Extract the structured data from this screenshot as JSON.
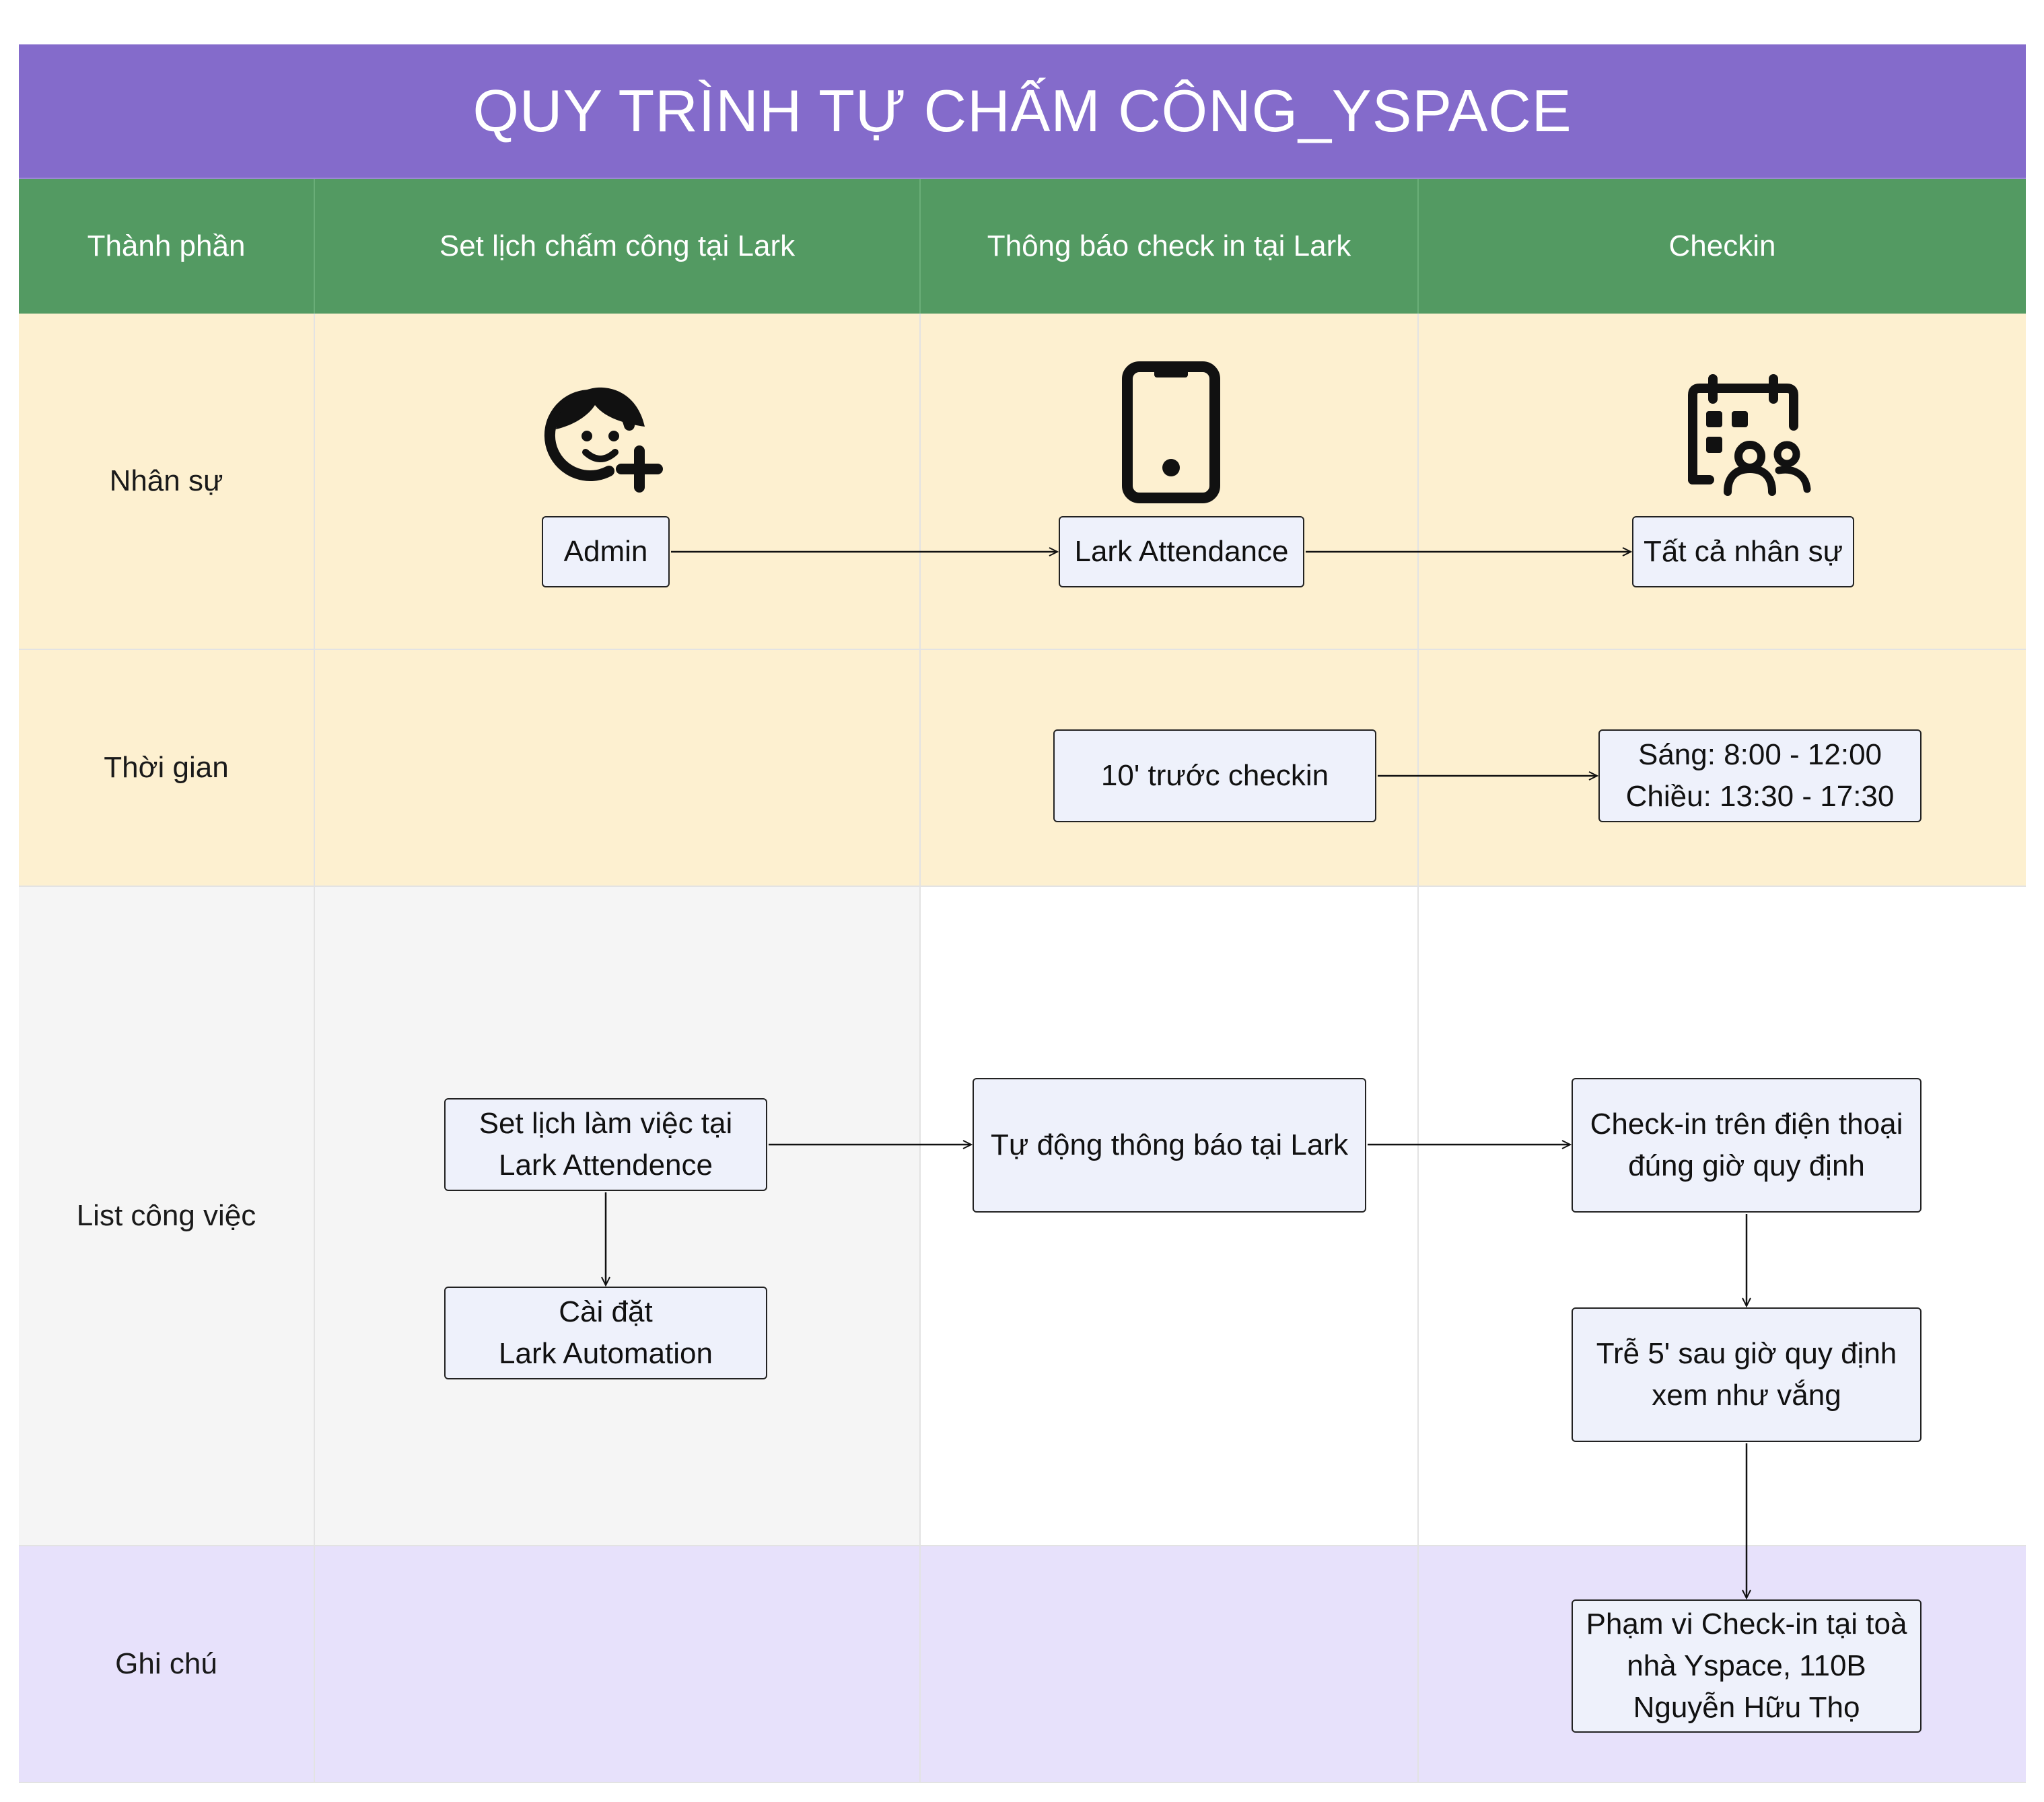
{
  "title": "QUY TRÌNH TỰ CHẤM CÔNG_YSPACE",
  "columns": [
    "Thành phần",
    "Set lịch chấm công tại Lark",
    "Thông báo check in tại Lark",
    "Checkin"
  ],
  "rows": [
    "Nhân sự",
    "Thời gian",
    "List công việc",
    "Ghi chú"
  ],
  "icons": {
    "admin": "face-add-icon",
    "phone": "mobile-phone-icon",
    "staff": "calendar-people-icon"
  },
  "nodes": {
    "admin": "Admin",
    "lark_attendance": "Lark Attendance",
    "all_staff": "Tất cả nhân sự",
    "before_checkin": "10' trước checkin",
    "hours_morning": "Sáng: 8:00 - 12:00",
    "hours_afternoon": "Chiều: 13:30 - 17:30",
    "set_schedule_1": "Set lịch làm việc tại",
    "set_schedule_2": "Lark Attendence",
    "install_1": "Cài đặt",
    "install_2": "Lark Automation",
    "auto_notify": "Tự động thông báo tại Lark",
    "checkin_phone_1": "Check-in trên điện thoại",
    "checkin_phone_2": "đúng giờ quy định",
    "late_1": "Trễ 5' sau giờ quy định",
    "late_2": "xem như vắng",
    "scope_1": "Phạm vi Check-in tại toà",
    "scope_2": "nhà Yspace, 110B",
    "scope_3": "Nguyễn Hữu Thọ"
  },
  "colors": {
    "title_bg": "#846bcb",
    "header_bg": "#539a62",
    "staff_row_bg": "#fdf0d0",
    "tasks_first_bg": "#f5f5f5",
    "notes_row_bg": "#e7e1fb",
    "node_bg": "#eef1fb"
  }
}
